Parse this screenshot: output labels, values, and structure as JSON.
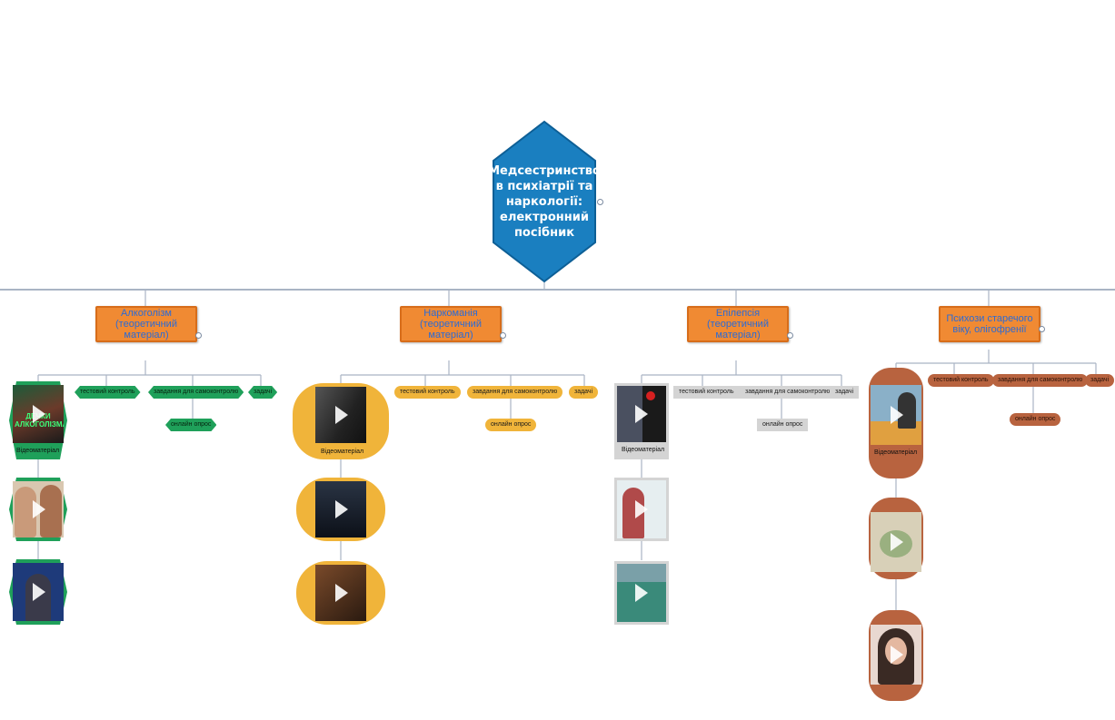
{
  "root": {
    "label": "Медсестринство в психіатрії та наркології: електронний посібник",
    "color": "#1a7fc0"
  },
  "colors": {
    "line": "#a9b4c4",
    "topic_fill": "#f08a33",
    "topic_text": "#2b6bd6",
    "green": "#1fa05a",
    "yellow": "#f0b43a",
    "gray": "#d4d4d4",
    "brown": "#b8633f"
  },
  "branches": [
    {
      "title": "Алкоголізм (теоретичний матеріал)",
      "items": [
        "тестовий контроль",
        "завдання для самоконтролю",
        "задачі"
      ],
      "sub_item": "онлайн опрос",
      "video_caption": "Відеоматеріал"
    },
    {
      "title": "Наркоманія (теоретичний матеріал)",
      "items": [
        "тестовий контроль",
        "завдання для самоконтролю",
        "задачі"
      ],
      "sub_item": "онлайн опрос",
      "video_caption": "Відеоматеріал"
    },
    {
      "title": "Епілепсія (теоретичний матеріал)",
      "items": [
        "тестовий контроль",
        "завдання для самоконтролю",
        "задачі"
      ],
      "sub_item": "онлайн опрос",
      "video_caption": "Відеоматеріал"
    },
    {
      "title": "Психози старечого віку, олігофренії",
      "items": [
        "тестовий контроль",
        "завдання для самоконтролю",
        "задачі"
      ],
      "sub_item": "онлайн опрос",
      "video_caption": "Відеоматеріал"
    }
  ],
  "thumb_text": {
    "alc1": "ДЕЧКИ АЛКОГОЛІЗМА"
  }
}
